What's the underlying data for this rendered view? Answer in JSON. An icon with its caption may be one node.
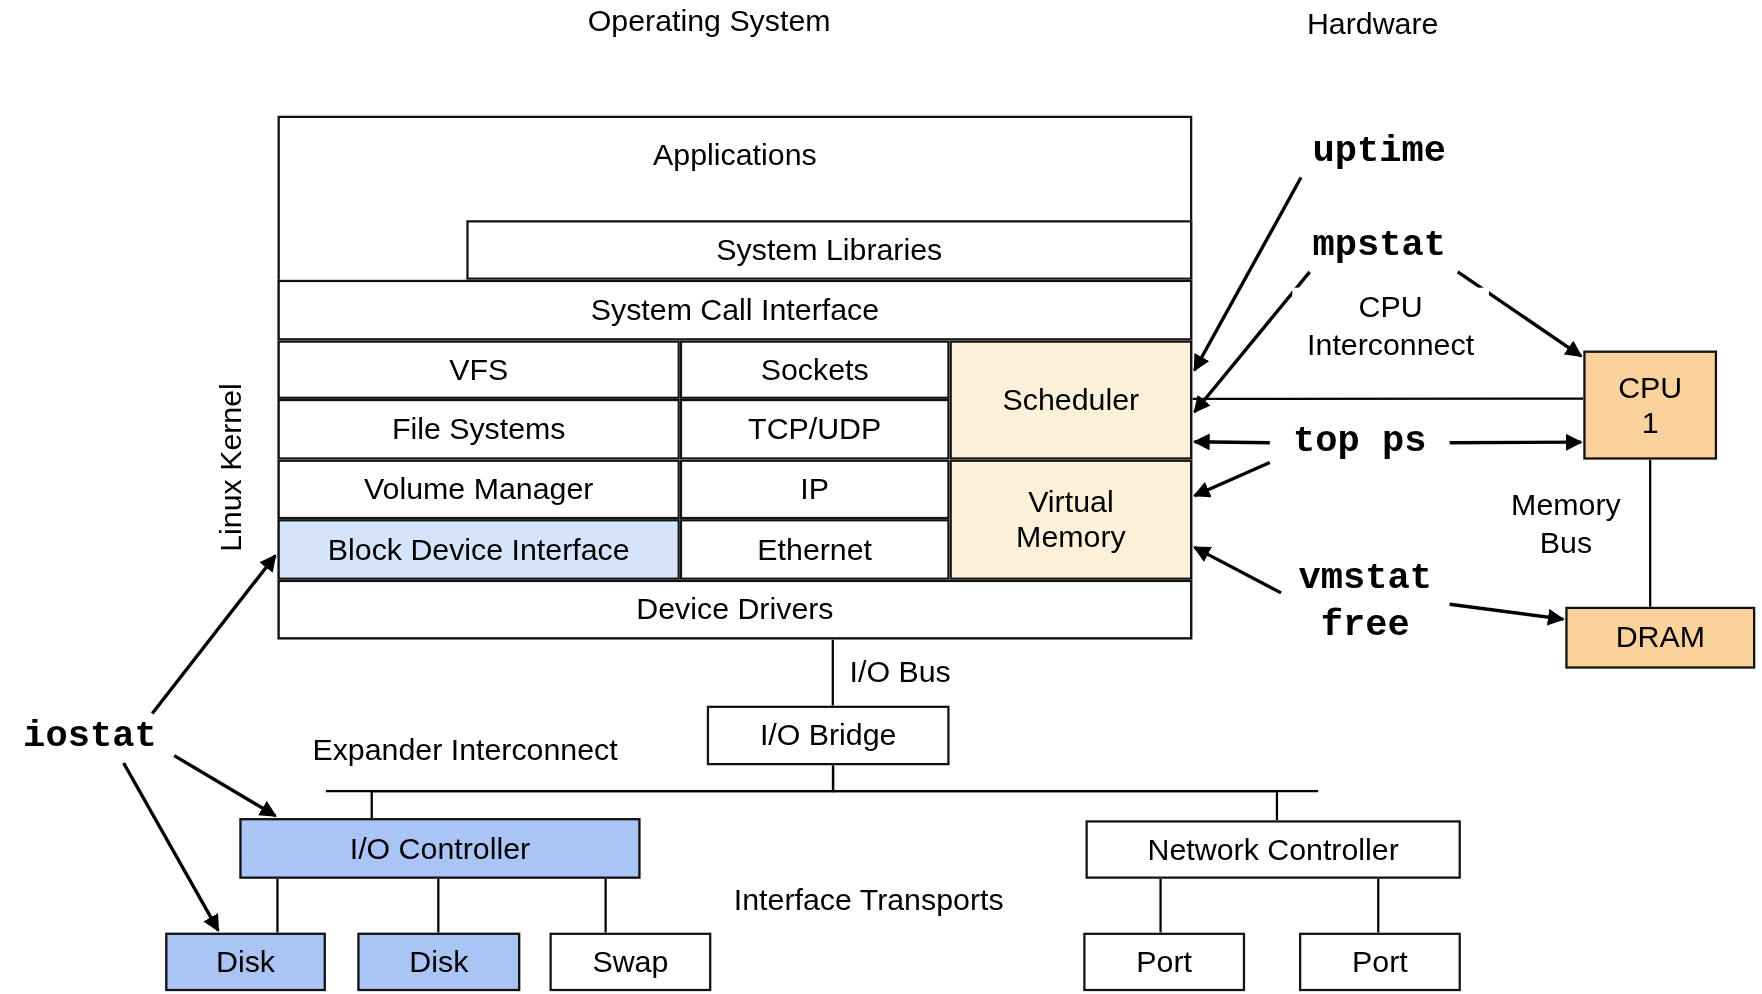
{
  "diagram": {
    "nodes": [
      {
        "text": [
          "Applications"
        ]
      },
      {
        "text": [
          "System Libraries"
        ],
        "in": 0
      },
      {
        "text": [
          "System Call Interface"
        ],
        "in": 0
      },
      {
        "text": [
          "VFS"
        ],
        "in": 0
      },
      {
        "text": [
          "Sockets"
        ],
        "in": 0
      },
      {
        "text": [
          "Scheduler"
        ],
        "in": 0
      },
      {
        "text": [
          "File Systems"
        ],
        "in": 0
      },
      {
        "text": [
          "TCP/UDP"
        ],
        "in": 0
      },
      {
        "text": [
          "Volume Manager"
        ],
        "in": 0
      },
      {
        "text": [
          "IP"
        ],
        "in": 0
      },
      {
        "text": [
          "Virtual Memory"
        ],
        "in": 0
      },
      {
        "text": [
          "Block Device Interface"
        ],
        "in": 0
      },
      {
        "text": [
          "Ethernet"
        ],
        "in": 0
      },
      {
        "text": [
          "Device Drivers"
        ],
        "in": 0
      },
      {
        "text": [
          "CPU 1"
        ]
      },
      {
        "text": [
          "DRAM"
        ]
      },
      {
        "text": [
          "I/O Bridge"
        ]
      },
      {
        "text": [
          "I/O Controller"
        ]
      },
      {
        "text": [
          "Network Controller"
        ]
      },
      {
        "text": [
          "Disk"
        ]
      },
      {
        "text": [
          "Disk"
        ]
      },
      {
        "text": [
          "Swap"
        ]
      },
      {
        "text": [
          "Port"
        ]
      },
      {
        "text": [
          "Port"
        ]
      },
      {
        "text": [
          "uptime"
        ]
      },
      {
        "text": [
          "mpstat"
        ]
      },
      {
        "text": [
          "top ps"
        ]
      },
      {
        "text": [
          "vmstat free"
        ]
      },
      {
        "text": [
          "iostat"
        ]
      }
    ],
    "edges": [
      {
        "from": 24,
        "to": 5,
        "arrow": "to"
      },
      {
        "from": 25,
        "to": 5,
        "arrow": "to"
      },
      {
        "from": 25,
        "to": 14,
        "arrow": "to"
      },
      {
        "from": 26,
        "to": 5,
        "arrow": "to"
      },
      {
        "from": 26,
        "to": 10,
        "arrow": "to"
      },
      {
        "from": 26,
        "to": 14,
        "arrow": "to"
      },
      {
        "from": 27,
        "to": 10,
        "arrow": "to"
      },
      {
        "from": 27,
        "to": 15,
        "arrow": "to"
      },
      {
        "from": 28,
        "to": 11,
        "arrow": "to"
      },
      {
        "from": 28,
        "to": 17,
        "arrow": "to"
      },
      {
        "from": 28,
        "to": 19,
        "arrow": "to"
      },
      {
        "from": 5,
        "to": 14,
        "arrow": "none",
        "label": "CPU Interconnect"
      },
      {
        "from": 14,
        "to": 15,
        "arrow": "none",
        "label": "Memory Bus"
      },
      {
        "from": 13,
        "to": 16,
        "arrow": "none",
        "label": "I/O Bus"
      },
      {
        "from": 16,
        "to": 17,
        "arrow": "none"
      },
      {
        "from": 16,
        "to": 18,
        "arrow": "none"
      },
      {
        "from": 17,
        "to": 19,
        "arrow": "none"
      },
      {
        "from": 17,
        "to": 20,
        "arrow": "none"
      },
      {
        "from": 17,
        "to": 21,
        "arrow": "none"
      },
      {
        "from": 18,
        "to": 22,
        "arrow": "none"
      },
      {
        "from": 18,
        "to": 23,
        "arrow": "none"
      }
    ],
    "labels": [
      "Operating System",
      "Hardware",
      "Linux Kernel",
      "Expander Interconnect",
      "Interface Transports"
    ]
  }
}
